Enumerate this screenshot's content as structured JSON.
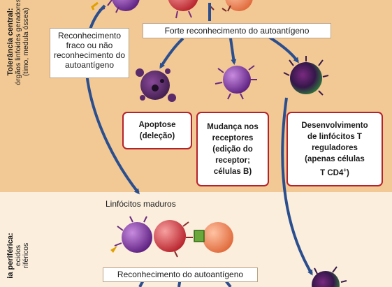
{
  "sections": {
    "central": {
      "title": "Tolerância central:",
      "subtitle_line1": "órgãos linfoides geradores",
      "subtitle_line2": "(timo, medula óssea)"
    },
    "peripheral": {
      "title": "ia periférica:",
      "subtitle_line1": "ecidos",
      "subtitle_line2": "riféricos"
    }
  },
  "labels": {
    "weak_recognition": "Reconhecimento fraco ou não reconhecimento do autoantígeno",
    "strong_recognition": "Forte reconhecimento do autoantígeno",
    "mature_lymphocytes": "Linfócitos maduros",
    "self_antigen_recognition": "Reconhecimento do autoantígeno"
  },
  "outcomes": {
    "apoptosis": {
      "line1": "Apoptose",
      "line2": "(deleção)"
    },
    "receptor_change": {
      "line1": "Mudança nos",
      "line2": "receptores",
      "line3": "(edição do",
      "line4": "receptor;",
      "line5": "células B)"
    },
    "treg": {
      "line1": "Desenvolvimento",
      "line2": "de linfócitos T",
      "line3": "reguladores",
      "line4": "(apenas células",
      "line5": "T CD4",
      "line5_sup": "+",
      "line5_end": ")"
    }
  },
  "colors": {
    "band_top": "#f2c995",
    "band_bottom": "#fbeedd",
    "arrow": "#2b4f8e",
    "outcome_border": "#b5222a",
    "cell_purple": "#7b3aa0",
    "cell_red": "#d8464c",
    "cell_salmon": "#f08a5c",
    "apc_green": "#6aa83b"
  }
}
